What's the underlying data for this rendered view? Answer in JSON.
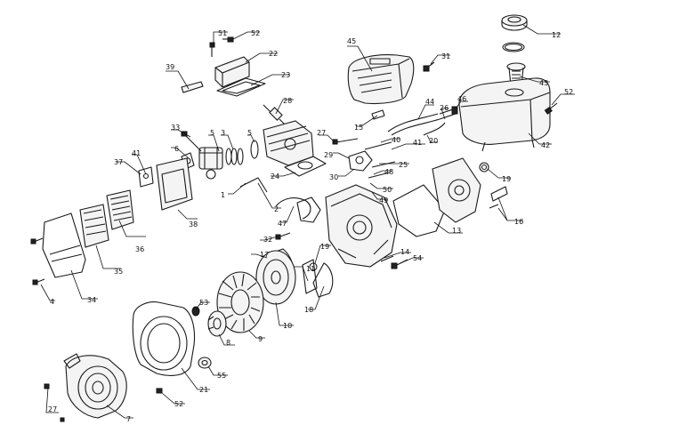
{
  "callouts": [
    {
      "id": "c12",
      "label": "12"
    },
    {
      "id": "c51",
      "label": "51"
    },
    {
      "id": "c52a",
      "label": "52"
    },
    {
      "id": "c45",
      "label": "45"
    },
    {
      "id": "c31",
      "label": "31"
    },
    {
      "id": "c22",
      "label": "22"
    },
    {
      "id": "c39",
      "label": "39"
    },
    {
      "id": "c23",
      "label": "23"
    },
    {
      "id": "c43",
      "label": "43"
    },
    {
      "id": "c52b",
      "label": "52"
    },
    {
      "id": "c28",
      "label": "28"
    },
    {
      "id": "c44",
      "label": "44"
    },
    {
      "id": "c46",
      "label": "46"
    },
    {
      "id": "c26",
      "label": "26"
    },
    {
      "id": "c15",
      "label": "15"
    },
    {
      "id": "c33",
      "label": "33"
    },
    {
      "id": "c5a",
      "label": "5"
    },
    {
      "id": "c3",
      "label": "3"
    },
    {
      "id": "c5b",
      "label": "5"
    },
    {
      "id": "c27a",
      "label": "27"
    },
    {
      "id": "c40",
      "label": "40"
    },
    {
      "id": "c41a",
      "label": "41"
    },
    {
      "id": "c20",
      "label": "20"
    },
    {
      "id": "c42",
      "label": "42"
    },
    {
      "id": "c6",
      "label": "6"
    },
    {
      "id": "c29",
      "label": "29"
    },
    {
      "id": "c25",
      "label": "25"
    },
    {
      "id": "c37",
      "label": "37"
    },
    {
      "id": "c41b",
      "label": "41"
    },
    {
      "id": "c24",
      "label": "24"
    },
    {
      "id": "c30",
      "label": "30"
    },
    {
      "id": "c48",
      "label": "48"
    },
    {
      "id": "c19a",
      "label": "19"
    },
    {
      "id": "c1",
      "label": "1"
    },
    {
      "id": "c50",
      "label": "50"
    },
    {
      "id": "c49",
      "label": "49"
    },
    {
      "id": "c38",
      "label": "38"
    },
    {
      "id": "c2",
      "label": "2"
    },
    {
      "id": "c16",
      "label": "16"
    },
    {
      "id": "c47",
      "label": "47"
    },
    {
      "id": "c13",
      "label": "13"
    },
    {
      "id": "c36",
      "label": "36"
    },
    {
      "id": "c32",
      "label": "32"
    },
    {
      "id": "c19b",
      "label": "19"
    },
    {
      "id": "c14",
      "label": "14"
    },
    {
      "id": "c17",
      "label": "17"
    },
    {
      "id": "c54",
      "label": "54"
    },
    {
      "id": "c35",
      "label": "35"
    },
    {
      "id": "c11",
      "label": "11"
    },
    {
      "id": "c34",
      "label": "34"
    },
    {
      "id": "c4",
      "label": "4"
    },
    {
      "id": "c53",
      "label": "53"
    },
    {
      "id": "c18",
      "label": "18"
    },
    {
      "id": "c10",
      "label": "10"
    },
    {
      "id": "c8",
      "label": "8"
    },
    {
      "id": "c9",
      "label": "9"
    },
    {
      "id": "c55",
      "label": "55"
    },
    {
      "id": "c21",
      "label": "21"
    },
    {
      "id": "c52c",
      "label": "52"
    },
    {
      "id": "c27b",
      "label": "27"
    },
    {
      "id": "c7",
      "label": "7"
    }
  ]
}
